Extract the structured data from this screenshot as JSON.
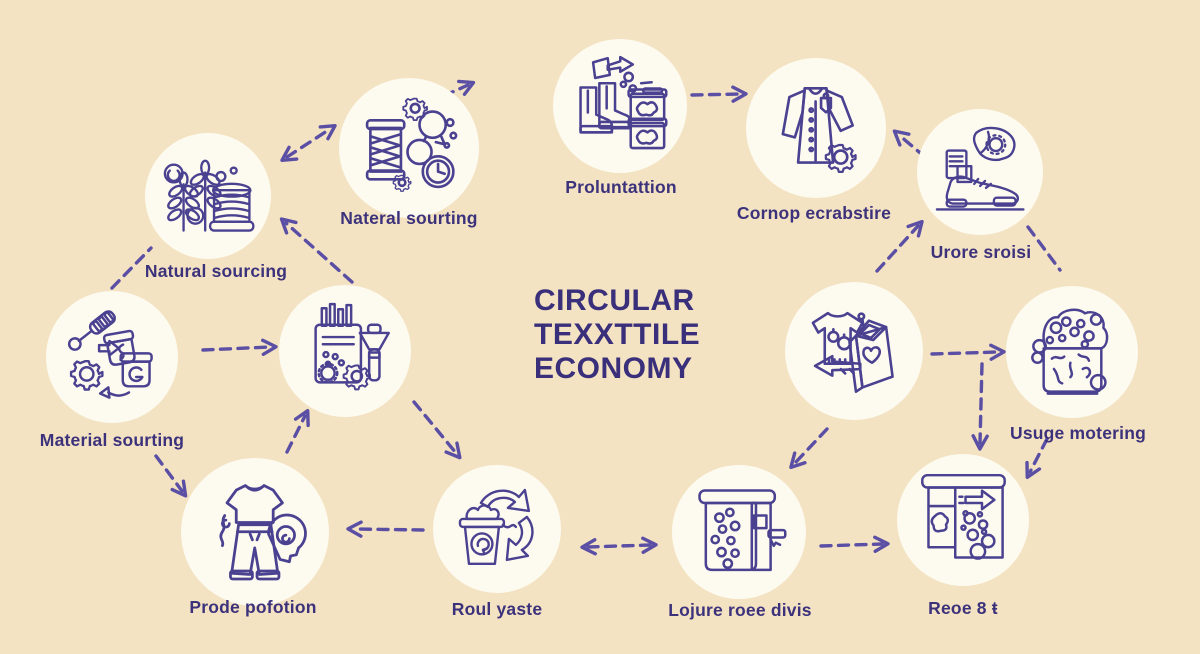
{
  "title": {
    "line1": "CIRCULAR",
    "line2": "TEXXTTILE",
    "line3": "ECONOMY"
  },
  "nodes": [
    {
      "label": "Natural sourcing",
      "icon": "wheat-and-spool-icon"
    },
    {
      "label": "Nateral sourting",
      "icon": "spool-gears-clock-icon"
    },
    {
      "label": "Proluntattion",
      "icon": "boots-crates-icon"
    },
    {
      "label": "Cornop ecrabstire",
      "icon": "coat-gear-icon"
    },
    {
      "label": "Urore sroisi",
      "icon": "sneaker-fabric-receipt-icon"
    },
    {
      "label": "Usuge motering",
      "icon": "fiber-bag-icon"
    },
    {
      "label": "Reoe 8 ŧ",
      "icon": "sorting-machine-icon"
    },
    {
      "label": "Lojure roee divis",
      "icon": "dye-machine-icon"
    },
    {
      "label": "Roul yaste",
      "icon": "recycle-bin-icon"
    },
    {
      "label": "Prode pofotion",
      "icon": "clothing-set-head-icon"
    },
    {
      "label": "Material sourting",
      "icon": "tools-jars-icon"
    },
    {
      "label": "",
      "icon": "testing-device-icon"
    },
    {
      "label": "",
      "icon": "tshirt-donation-box-icon"
    }
  ],
  "colors": {
    "background": "#f4e3c2",
    "circle": "#fdfaf0",
    "outline": "#4a4190",
    "orange": "#f09a55",
    "purple_light": "#aca8e6",
    "purple_mid": "#938edb",
    "purple_dark": "#7a74c9",
    "arrow": "#5a4fa4",
    "label_text": "#3c327c",
    "title_text": "#392f7a"
  }
}
